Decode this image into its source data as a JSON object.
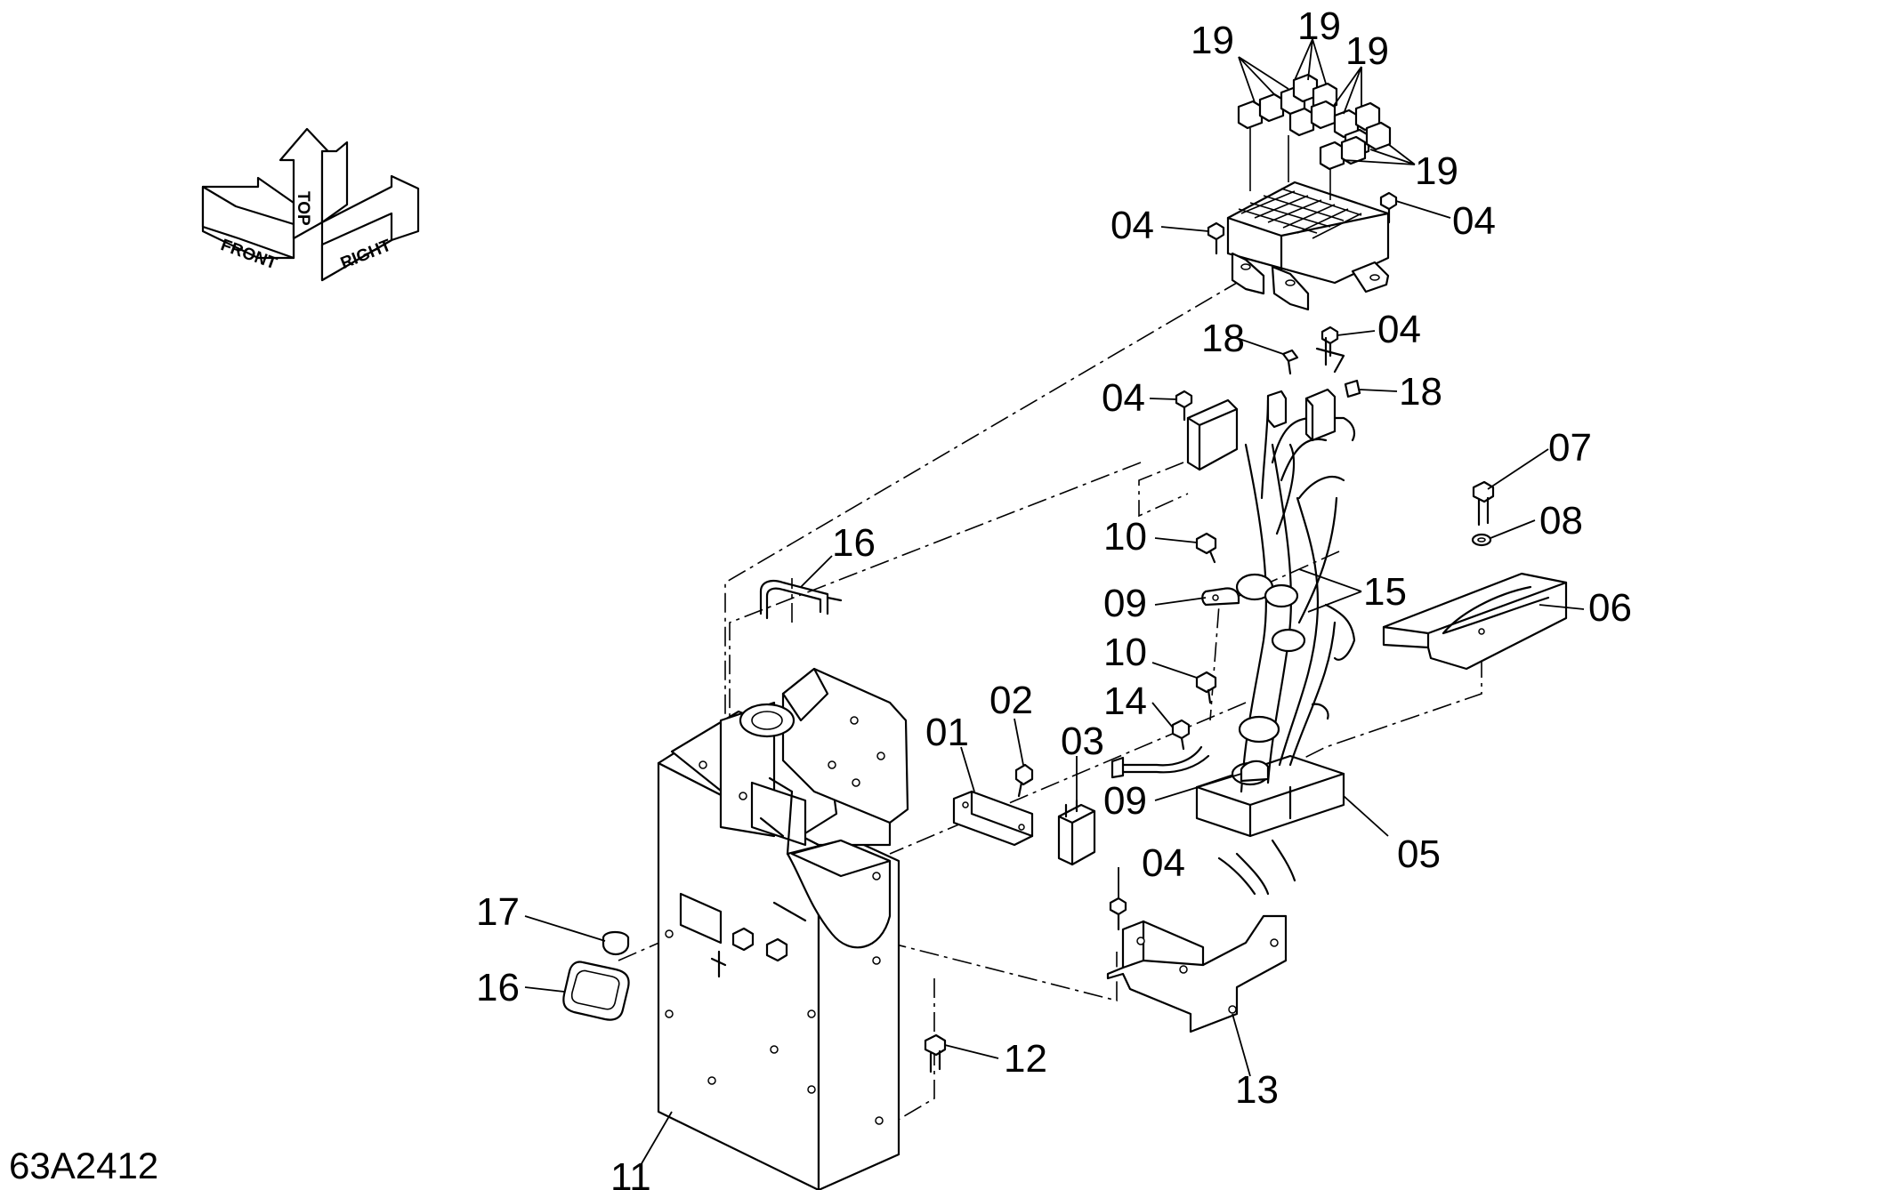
{
  "drawing_code": "63A2412",
  "orientation": {
    "front": "FRONT",
    "top": "TOP",
    "right": "RIGHT"
  },
  "callouts": {
    "c01": "01",
    "c02": "02",
    "c03": "03",
    "c04a": "04",
    "c04b": "04",
    "c04c": "04",
    "c04d": "04",
    "c04e": "04",
    "c05": "05",
    "c06": "06",
    "c07": "07",
    "c08": "08",
    "c09a": "09",
    "c09b": "09",
    "c10a": "10",
    "c10b": "10",
    "c11": "11",
    "c12": "12",
    "c13": "13",
    "c14": "14",
    "c15": "15",
    "c16a": "16",
    "c16b": "16",
    "c17": "17",
    "c18a": "18",
    "c18b": "18",
    "c19a": "19",
    "c19b": "19",
    "c19c": "19",
    "c19d": "19"
  }
}
